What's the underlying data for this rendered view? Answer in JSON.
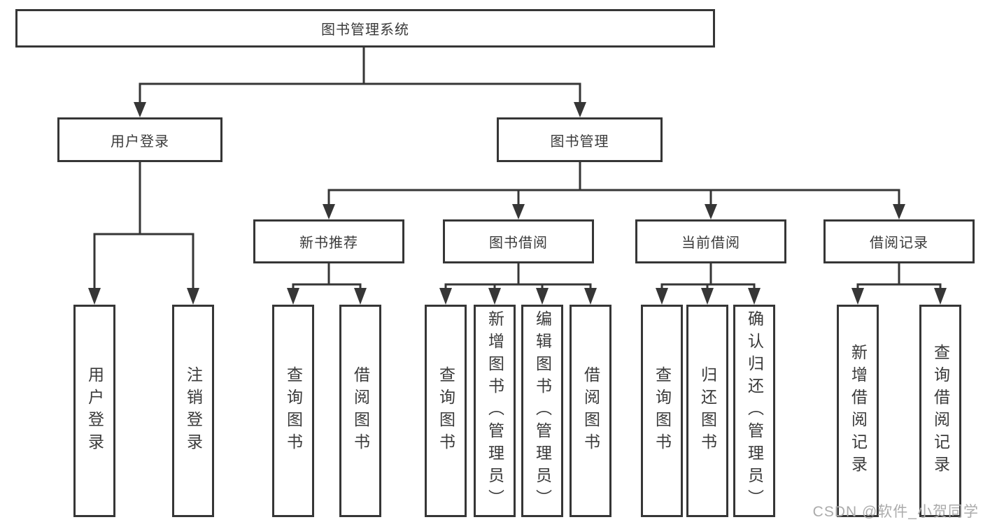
{
  "diagram": {
    "root_label": "图书管理系统",
    "level1": [
      "用户登录",
      "图书管理"
    ],
    "level2": [
      "新书推荐",
      "图书借阅",
      "当前借阅",
      "借阅记录"
    ],
    "leaves_user_login": [
      "用户登录",
      "注销登录"
    ],
    "leaves_new_book": [
      "查询图书",
      "借阅图书"
    ],
    "leaves_book_borrow": [
      "查询图书",
      "新增图书（管理员）",
      "编辑图书（管理员）",
      "借阅图书"
    ],
    "leaves_current_borrow": [
      "查询图书",
      "归还图书",
      "确认归还（管理员）"
    ],
    "leaves_borrow_records": [
      "新增借阅记录",
      "查询借阅记录"
    ]
  },
  "watermark": {
    "text": "CSDN @软件_小贺同学",
    "color": "#ababab"
  },
  "colors": {
    "line": "#363636",
    "box_border": "#363636",
    "text": "#3a3a3a",
    "background": "#ffffff"
  }
}
